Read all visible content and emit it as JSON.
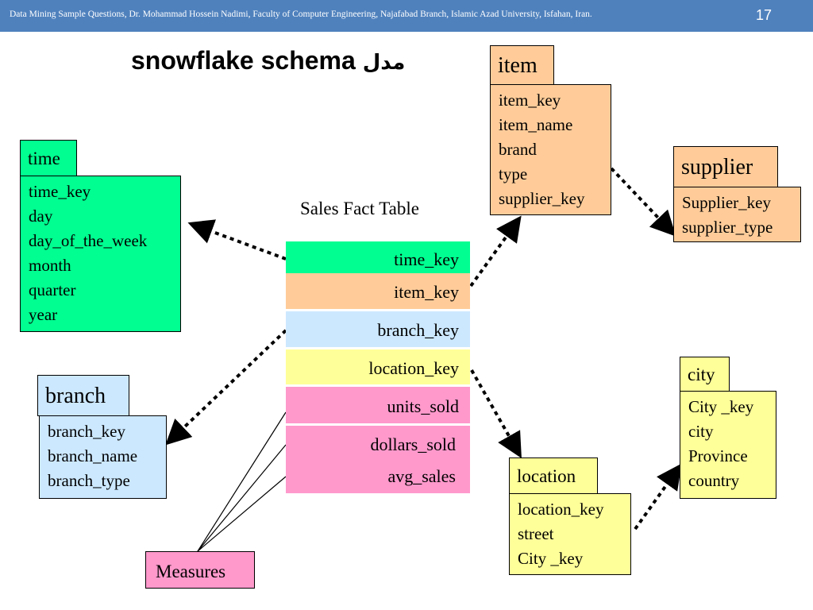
{
  "header": {
    "text": "Data Mining Sample Questions, Dr. Mohammad Hossein Nadimi, Faculty of Computer Engineering, Najafabad Branch, Islamic Azad University, Isfahan, Iran.",
    "page": "17",
    "bg_color": "#4f81bd"
  },
  "title": {
    "en": "snowflake schema",
    "fa": "مدل"
  },
  "fact_table": {
    "caption": "Sales Fact Table",
    "rows": [
      "time_key",
      "item_key",
      "branch_key",
      "location_key",
      "units_sold",
      "dollars_sold",
      "avg_sales"
    ]
  },
  "tables": {
    "time": {
      "name": "time",
      "fields": [
        "time_key",
        "day",
        "day_of_the_week",
        "month",
        "quarter",
        "year"
      ]
    },
    "item": {
      "name": "item",
      "fields": [
        "item_key",
        "item_name",
        "brand",
        "type",
        "supplier_key"
      ]
    },
    "supplier": {
      "name": "supplier",
      "fields": [
        "Supplier_key",
        "supplier_type"
      ]
    },
    "branch": {
      "name": "branch",
      "fields": [
        "branch_key",
        "branch_name",
        "branch_type"
      ]
    },
    "location": {
      "name": "location",
      "fields": [
        "location_key",
        "street",
        "City _key"
      ]
    },
    "city": {
      "name": "city",
      "fields": [
        "City _key",
        "city",
        "Province",
        "country"
      ]
    }
  },
  "measures_label": "Measures",
  "colors": {
    "green": "#00ff90",
    "orange": "#ffcc99",
    "blue": "#cce8ff",
    "yellow": "#ffff99",
    "pink": "#ff99cc"
  }
}
